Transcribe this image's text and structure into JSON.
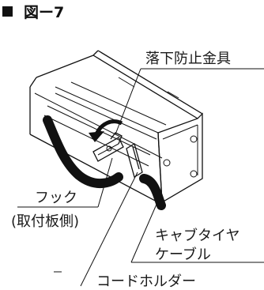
{
  "figure": {
    "title": "図ー7"
  },
  "labels": {
    "drop_prevention": "落下防止金具",
    "hook": "フック",
    "hook_sub": "(取付板側)",
    "cable_line1": "キャブタイヤ",
    "cable_line2": "ケーブル",
    "cord_holder": "コードホルダー"
  }
}
